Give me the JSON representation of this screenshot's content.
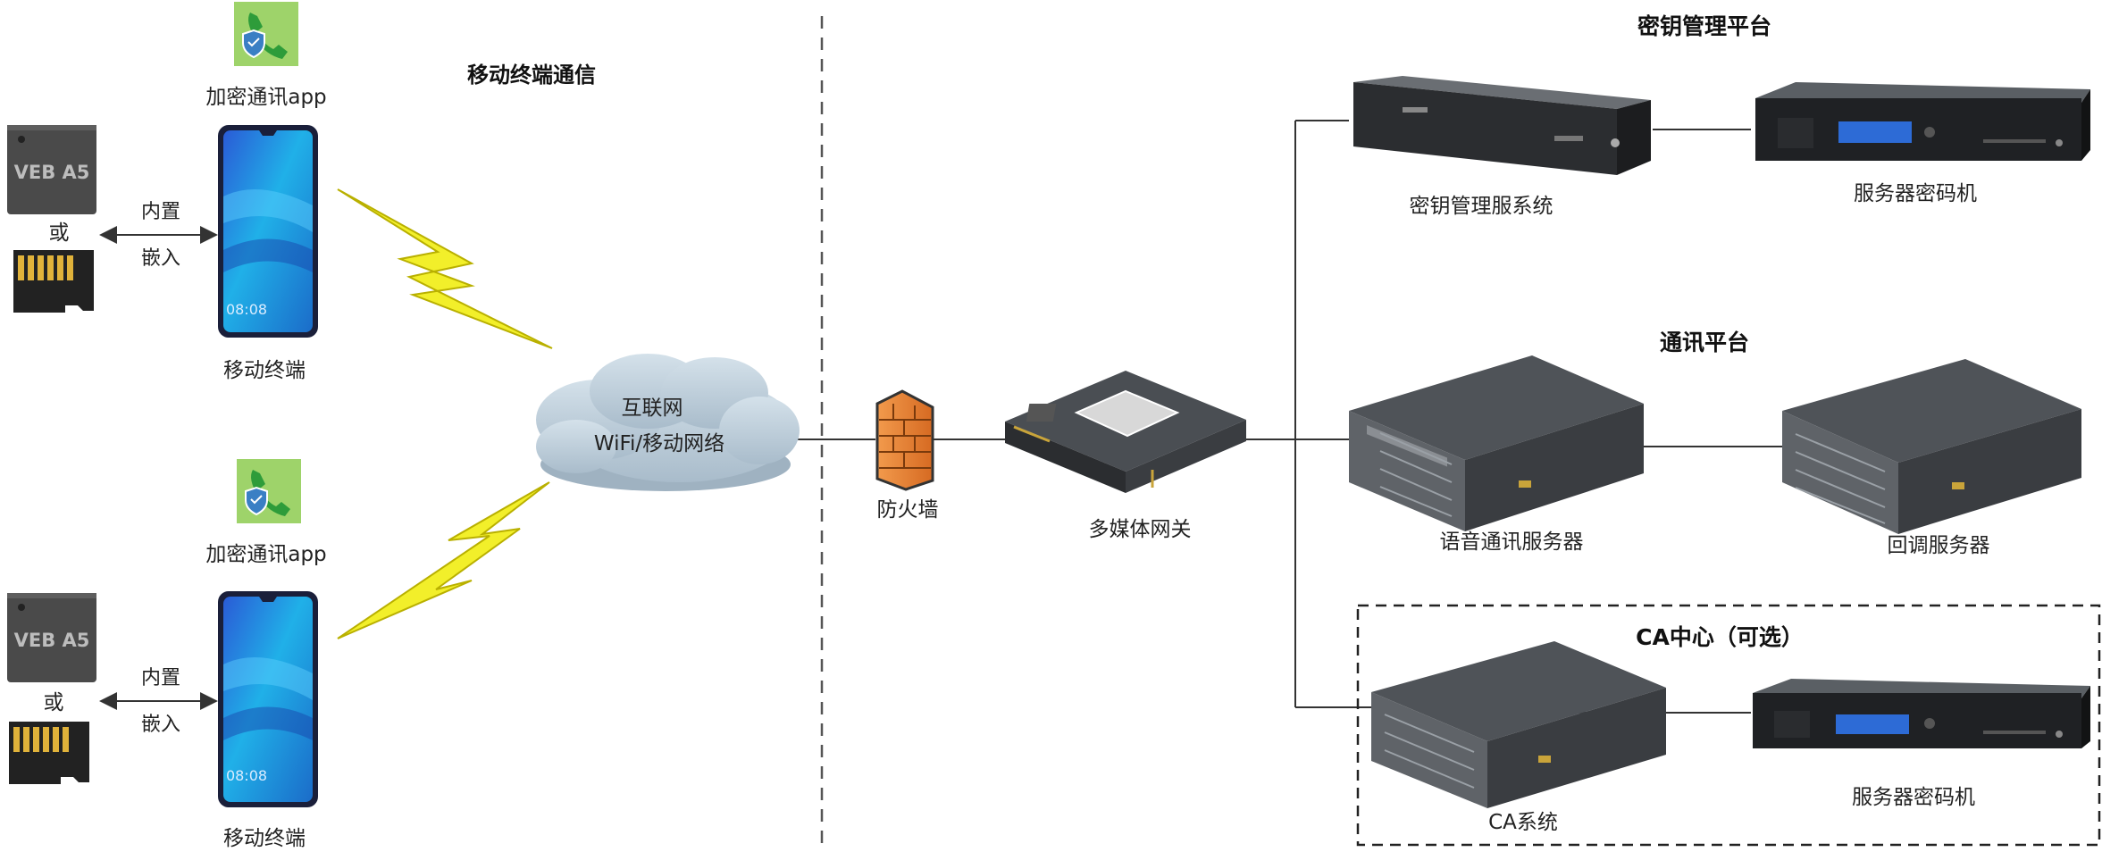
{
  "titles": {
    "mobile_comm": "移动终端通信",
    "key_platform": "密钥管理平台",
    "comm_platform": "通讯平台",
    "ca_center": "CA中心（可选）"
  },
  "terminals": [
    {
      "app_label": "加密通讯app",
      "chip_text": "VEB A5",
      "or_label": "或",
      "builtin_label": "内置",
      "embed_label": "嵌入",
      "phone_time": "08:08",
      "terminal_label": "移动终端"
    },
    {
      "app_label": "加密通讯app",
      "chip_text": "VEB A5",
      "or_label": "或",
      "builtin_label": "内置",
      "embed_label": "嵌入",
      "phone_time": "08:08",
      "terminal_label": "移动终端"
    }
  ],
  "network": {
    "cloud_line1": "互联网",
    "cloud_line2": "WiFi/移动网络"
  },
  "firewall_label": "防火墙",
  "gateway_label": "多媒体网关",
  "servers": {
    "key_mgmt": "密钥管理服系统",
    "crypto_machine_1": "服务器密码机",
    "voice_server": "语音通讯服务器",
    "callback_server": "回调服务器",
    "ca_system": "CA系统",
    "crypto_machine_2": "服务器密码机"
  },
  "colors": {
    "lightning": "#f2ef2a",
    "cloud": "#bccdd8",
    "firewall": "#e8843a",
    "server_dark": "#2b2d30",
    "server_grey": "#5a5f64",
    "phone_screen": "#1e8fd4",
    "chip": "#4a4a4a",
    "app_icon_bg": "#9ed36a"
  }
}
